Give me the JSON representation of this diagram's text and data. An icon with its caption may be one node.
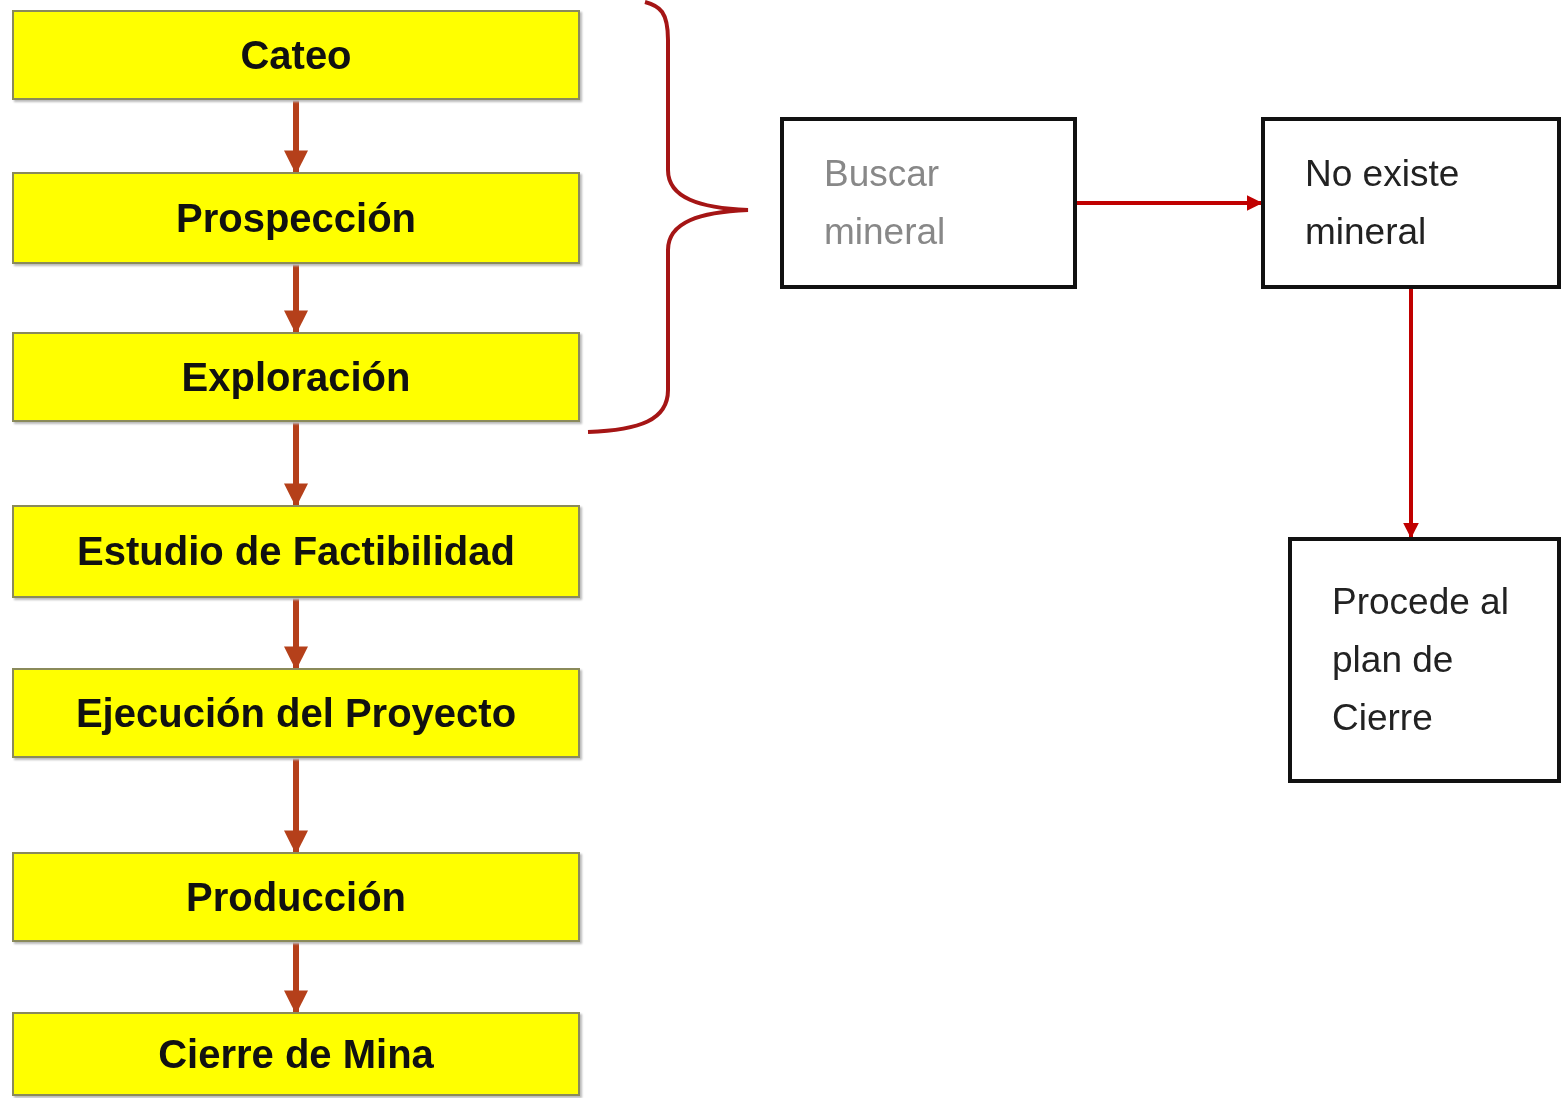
{
  "diagram": {
    "nodes": [
      {
        "text": [
          "Cateo"
        ]
      },
      {
        "text": [
          "Prospección"
        ]
      },
      {
        "text": [
          "Exploración"
        ]
      },
      {
        "text": [
          "Estudio de Factibilidad"
        ]
      },
      {
        "text": [
          "Ejecución del Proyecto"
        ]
      },
      {
        "text": [
          "Producción"
        ]
      },
      {
        "text": [
          "Cierre de Mina"
        ]
      },
      {
        "text": [
          "Buscar mineral"
        ]
      },
      {
        "text": [
          "No existe mineral"
        ]
      },
      {
        "text": [
          "Procede al plan de Cierre"
        ]
      }
    ],
    "edges": [
      {
        "from": 0,
        "to": 1,
        "arrow": "to"
      },
      {
        "from": 1,
        "to": 2,
        "arrow": "to"
      },
      {
        "from": 2,
        "to": 3,
        "arrow": "to"
      },
      {
        "from": 3,
        "to": 4,
        "arrow": "to"
      },
      {
        "from": 4,
        "to": 5,
        "arrow": "to"
      },
      {
        "from": 5,
        "to": 6,
        "arrow": "to"
      },
      {
        "from": 7,
        "to": 8,
        "arrow": "to",
        "color": "#c00000"
      },
      {
        "from": 8,
        "to": 9,
        "arrow": "to",
        "color": "#c00000"
      }
    ]
  }
}
